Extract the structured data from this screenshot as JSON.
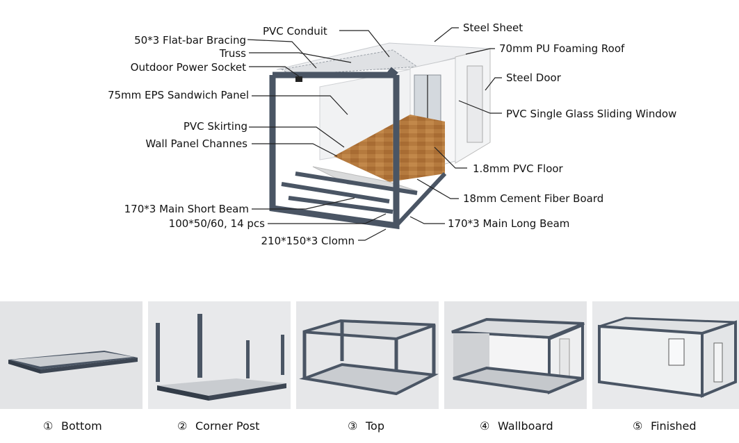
{
  "labels": {
    "flatbar_bracing": "50*3 Flat-bar Bracing",
    "pvc_conduit": "PVC Conduit",
    "steel_sheet": "Steel Sheet",
    "truss": "Truss",
    "pu_roof": "70mm PU Foaming Roof",
    "outdoor_socket": "Outdoor Power Socket",
    "steel_door": "Steel Door",
    "eps_panel": "75mm EPS Sandwich Panel",
    "sliding_window": "PVC Single Glass Sliding Window",
    "pvc_skirting": "PVC Skirting",
    "wall_channels": "Wall Panel Channes",
    "pvc_floor": "1.8mm PVC Floor",
    "cement_board": "18mm Cement Fiber Board",
    "short_beam": "170*3 Main Short Beam",
    "purlins": "100*50/60, 14 pcs",
    "long_beam": "170*3 Main Long Beam",
    "column": "210*150*3 Clomn"
  },
  "steps": [
    {
      "num": "①",
      "label": "Bottom"
    },
    {
      "num": "②",
      "label": "Corner Post"
    },
    {
      "num": "③",
      "label": "Top"
    },
    {
      "num": "④",
      "label": "Wallboard"
    },
    {
      "num": "⑤",
      "label": "Finished"
    }
  ],
  "colors": {
    "frame": "#4a5564",
    "frame_dark": "#333c48",
    "panel": "#f2f3f4",
    "floor_wood": "#b57a3e",
    "photo_bg": "#e3e4e6"
  }
}
